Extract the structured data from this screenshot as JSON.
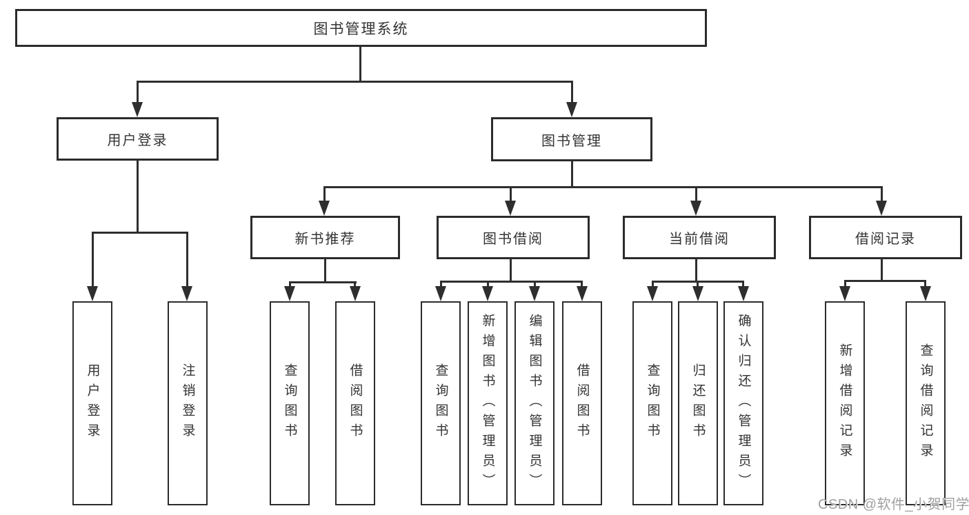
{
  "diagram": {
    "root": {
      "label": "图书管理系统"
    },
    "level2": [
      {
        "label": "用户登录",
        "children": [
          {
            "label": "用户登录"
          },
          {
            "label": "注销登录"
          }
        ]
      },
      {
        "label": "图书管理",
        "children": [
          {
            "label": "新书推荐",
            "children": [
              {
                "label": "查询图书"
              },
              {
                "label": "借阅图书"
              }
            ]
          },
          {
            "label": "图书借阅",
            "children": [
              {
                "label": "查询图书"
              },
              {
                "label": "新增图书（管理员）"
              },
              {
                "label": "编辑图书（管理员）"
              },
              {
                "label": "借阅图书"
              }
            ]
          },
          {
            "label": "当前借阅",
            "children": [
              {
                "label": "查询图书"
              },
              {
                "label": "归还图书"
              },
              {
                "label": "确认归还（管理员）"
              }
            ]
          },
          {
            "label": "借阅记录",
            "children": [
              {
                "label": "新增借阅记录"
              },
              {
                "label": "查询借阅记录"
              }
            ]
          }
        ]
      }
    ]
  },
  "watermark": {
    "text": "CSDN @软件_小贺同学"
  },
  "colors": {
    "line": "#2e2e2e",
    "box_border": "#2b2b2b",
    "text": "#333333",
    "watermark": "#9f9f9f",
    "background": "#ffffff"
  }
}
